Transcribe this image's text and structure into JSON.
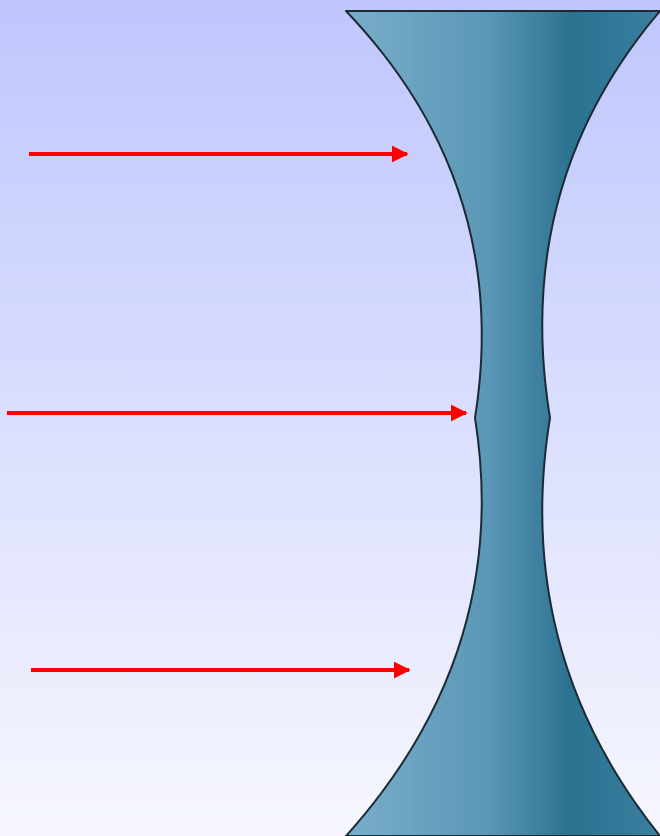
{
  "diagram": {
    "kind": "concave-lens-ray-diagram",
    "lens": {
      "type": "biconcave",
      "fill_light": "#79aecb",
      "fill_mid": "#5b97b6",
      "fill_dark": "#2b7190",
      "outline": "#1b2a33"
    },
    "rays": {
      "count": 3,
      "direction": "left-to-right",
      "color": "#ff0000"
    },
    "background": {
      "top": "#bfc6fd",
      "bottom": "#f6f7fe"
    }
  }
}
